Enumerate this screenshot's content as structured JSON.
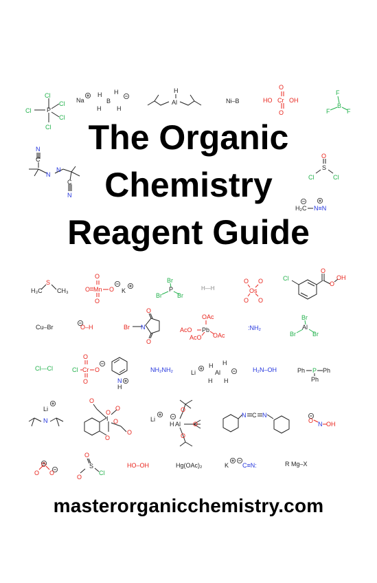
{
  "title": {
    "line1": "The Organic",
    "line2": "Chemistry",
    "line3": "Reagent Guide"
  },
  "website": "masterorganicchemistry.com",
  "colors": {
    "text": "#000000",
    "oxygen": "#e8231b",
    "halogen": "#22b14c",
    "nitrogen": "#2233dd",
    "background": "#ffffff"
  },
  "molecules": {
    "pcl5": {
      "p": "P",
      "cl": "Cl"
    },
    "nabh4": {
      "na": "Na",
      "b": "B",
      "h": "H"
    },
    "dibal": {
      "al": "Al",
      "h": "H"
    },
    "nickel_boride": "Ni–B",
    "chromic_acid": {
      "cr": "Cr",
      "o": "O",
      "ho": "HO",
      "oh": "OH"
    },
    "bf3": {
      "b": "B",
      "f": "F"
    },
    "aibn": {
      "n": "N",
      "c": "C"
    },
    "socl2": {
      "s": "S",
      "o": "O",
      "cl": "Cl"
    },
    "diazomethane": {
      "h2c": "H₂C",
      "n": "N≡N"
    },
    "dms": {
      "s": "S",
      "h3c": "H₃C",
      "ch3": "CH₃"
    },
    "kmno4": {
      "mn": "Mn",
      "o": "O",
      "k": "K"
    },
    "pbr3": {
      "p": "P",
      "br": "Br"
    },
    "hydrogen": "H—H",
    "oso4": {
      "os": "Os",
      "o": "O"
    },
    "mcpba": {
      "cl": "Cl",
      "oh": "OH",
      "o": "O"
    },
    "cubr": "Cu–Br",
    "hydroxide": "O–H",
    "nbs": {
      "br": "Br",
      "n": "N",
      "o": "O"
    },
    "pb_oac4": {
      "pb": "Pb",
      "oac": "OAc",
      "aco": "AcO"
    },
    "amide": ":NH₂",
    "albr3": {
      "al": "Al",
      "br": "Br"
    },
    "chlorine": "Cl—Cl",
    "pcc": {
      "cl": "Cl",
      "cr": "Cr",
      "o": "O",
      "n": "N",
      "h": "H"
    },
    "hydrazine": "NH₂NH₂",
    "lialh4": {
      "li": "Li",
      "al": "Al",
      "h": "H"
    },
    "hydroxylamine": "H₂N–OH",
    "ph3p": {
      "p": "P",
      "ph": "Ph"
    },
    "lda": {
      "li": "Li",
      "n": "N"
    },
    "dess_martin": {
      "i": "I",
      "o": "O"
    },
    "lialh_otbu3": {
      "li": "Li",
      "al": "Al",
      "h": "H",
      "o": "O"
    },
    "dcc": {
      "n": "N",
      "c": "C"
    },
    "nitrite": {
      "n": "N",
      "o": "O",
      "oh": "OH"
    },
    "ozone": {
      "o": "O"
    },
    "tscl": {
      "s": "S",
      "o": "O",
      "cl": "Cl"
    },
    "peroxide": "HO–OH",
    "hg_oac2": "Hg(OAc)₂",
    "kcn": {
      "k": "K",
      "cn": "C≡N:"
    },
    "grignard": "R  Mg–X"
  }
}
